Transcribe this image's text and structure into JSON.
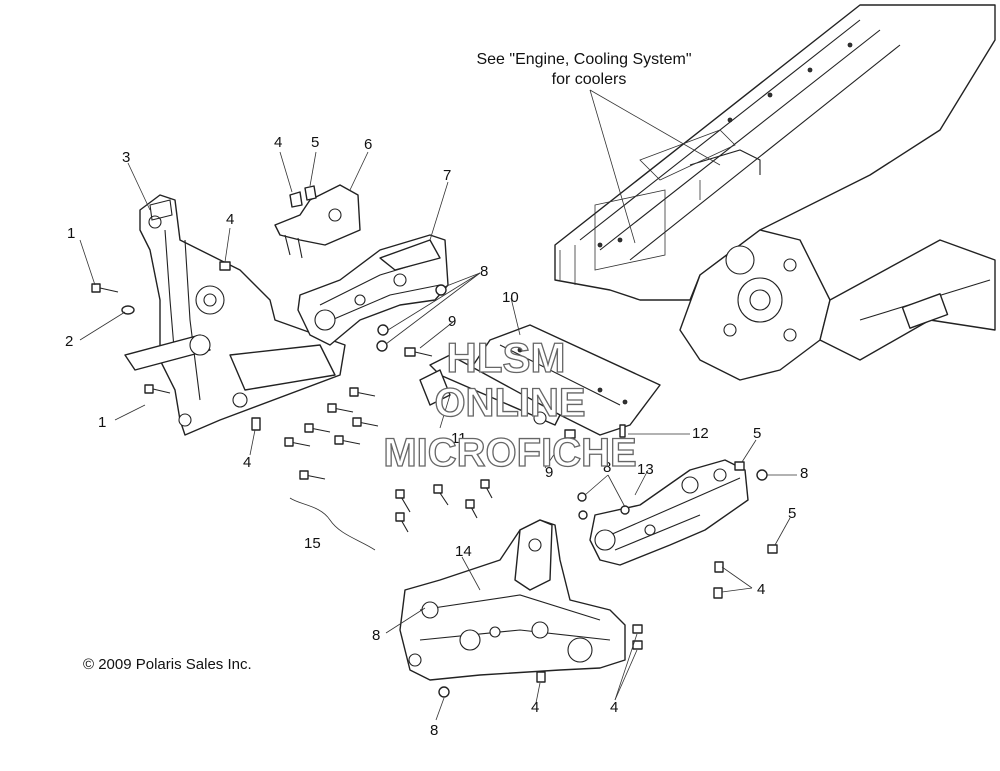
{
  "note": {
    "line1": "See \"Engine, Cooling System\"",
    "line2": "for coolers"
  },
  "copyright": "© 2009 Polaris Sales Inc.",
  "watermark": {
    "line1": "HLSM",
    "line2": "ONLINE",
    "line3": "MICROFICHE"
  },
  "callouts": {
    "c1_top": "1",
    "c1_bottom": "1",
    "c2": "2",
    "c3": "3",
    "c4_a": "4",
    "c4_b": "4",
    "c4_c": "4",
    "c4_d": "4",
    "c4_e": "4",
    "c4_f": "4",
    "c5_a": "5",
    "c5_b": "5",
    "c5_c": "5",
    "c6": "6",
    "c7": "7",
    "c8_a": "8",
    "c8_b": "8",
    "c8_c": "8",
    "c8_d": "8",
    "c8_e": "8",
    "c9_a": "9",
    "c9_b": "9",
    "c10": "10",
    "c11": "11",
    "c12": "12",
    "c13": "13",
    "c14": "14",
    "c15": "15"
  }
}
